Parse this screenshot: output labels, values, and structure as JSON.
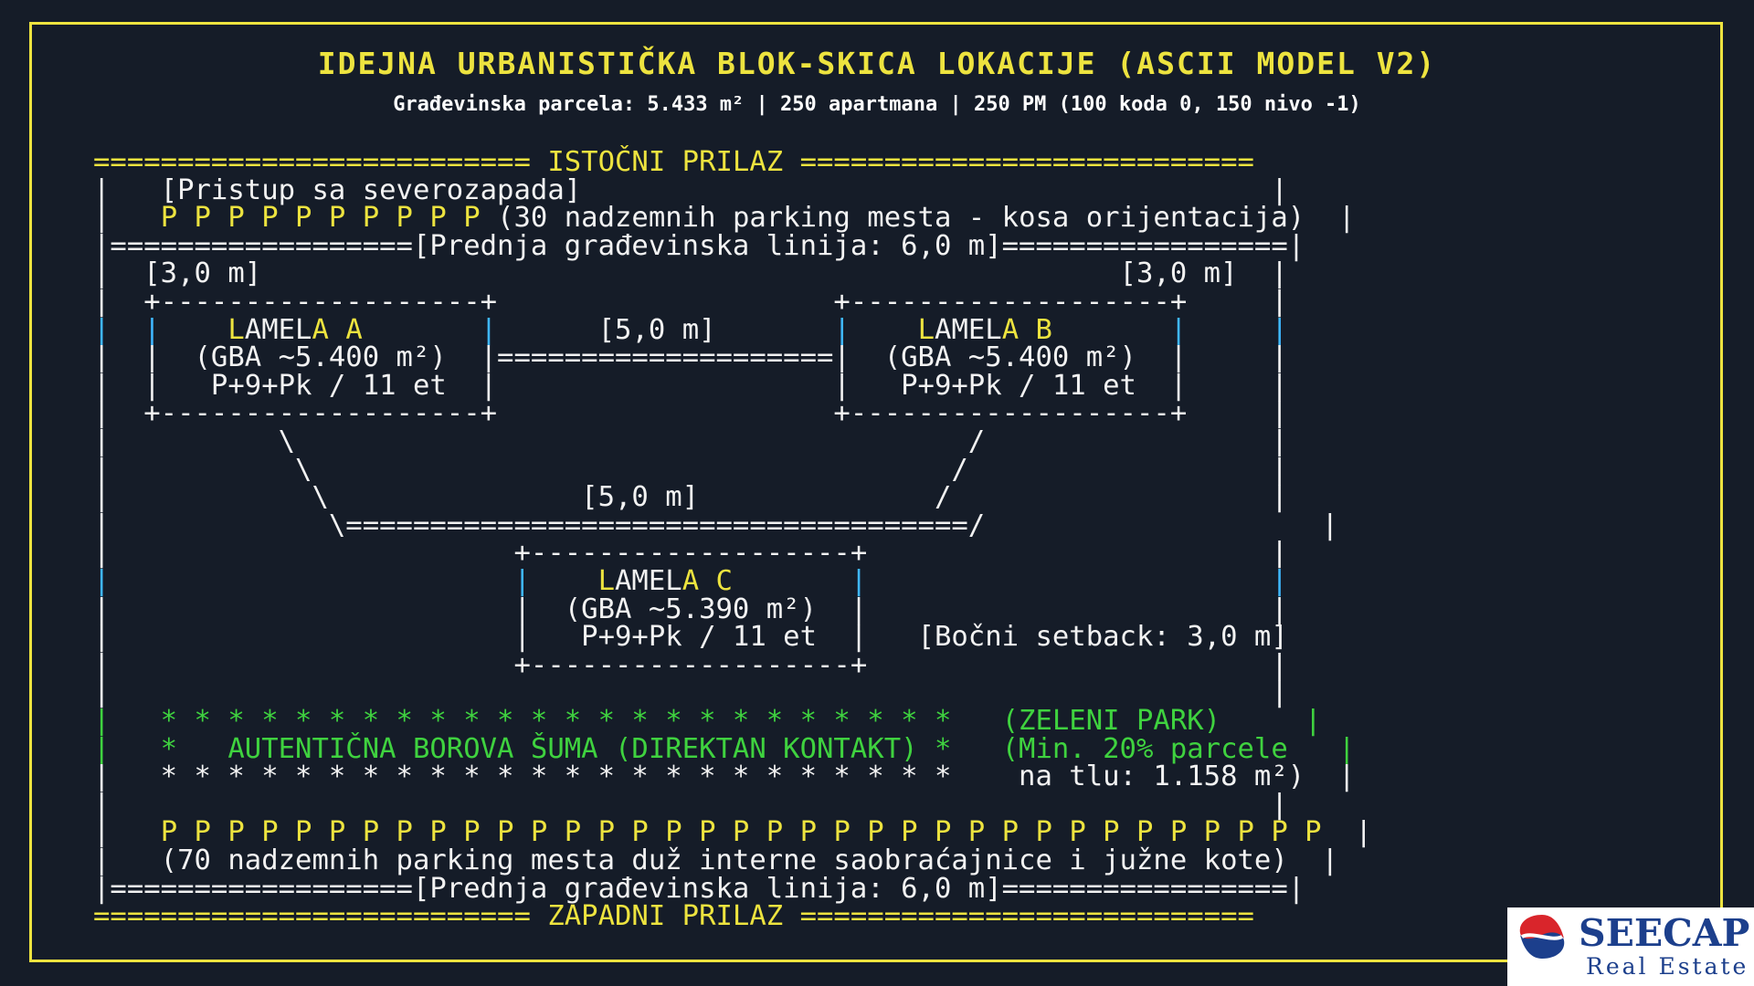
{
  "title": "IDEJNA URBANISTIČKA BLOK-SKICA LOKACIJE (ASCII MODEL V2)",
  "subtitle": "Građevinska parcela: 5.433 m² | 250 apartmana | 250 PM (100 koda 0, 150 nivo -1)",
  "colors": {
    "background": "#151c28",
    "frame": "#ede33f",
    "text": "#f2f2f2",
    "accent_yellow": "#ede33f",
    "accent_green": "#3fd23f",
    "accent_cyan": "#3fb7ff",
    "logo_blue": "#1c3f8c",
    "logo_red": "#d9252b"
  },
  "diagram": {
    "rows": [
      [
        [
          "y",
          "========================== ISTOČNI PRILAZ ==========================="
        ]
      ],
      [
        [
          "w",
          "|   [Pristup sa severozapada]                                         |"
        ]
      ],
      [
        [
          "w",
          "|   "
        ],
        [
          "y",
          "P P P P P P P P P P"
        ],
        [
          "w",
          " (30 nadzemnih parking mesta - kosa orijentacija)  |"
        ]
      ],
      [
        [
          "w",
          "|==================[Prednja građevinska linija: 6,0 m]=================|"
        ]
      ],
      [
        [
          "w",
          "|  [3,0 m]                                                   [3,0 m]  |"
        ]
      ],
      [
        [
          "w",
          "|  +-------------------+                    +-------------------+     |"
        ]
      ],
      [
        [
          "c",
          "|"
        ],
        [
          "w",
          "  "
        ],
        [
          "c",
          "|"
        ],
        [
          "w",
          "    "
        ],
        [
          "y",
          "L"
        ],
        [
          "w",
          "AMEL"
        ],
        [
          "y",
          "A A"
        ],
        [
          "w",
          "       "
        ],
        [
          "c",
          "|"
        ],
        [
          "w",
          "      [5,0 m]       "
        ],
        [
          "c",
          "|"
        ],
        [
          "w",
          "    "
        ],
        [
          "y",
          "L"
        ],
        [
          "w",
          "AMEL"
        ],
        [
          "y",
          "A B"
        ],
        [
          "w",
          "       "
        ],
        [
          "c",
          "|"
        ],
        [
          "w",
          "     "
        ],
        [
          "c",
          "|"
        ]
      ],
      [
        [
          "w",
          "|  |  (GBA ~5.400 m²)  |====================|  (GBA ~5.400 m²)  |     |"
        ]
      ],
      [
        [
          "w",
          "|  |   P+9+Pk / 11 et  |                    |   P+9+Pk / 11 et  |     |"
        ]
      ],
      [
        [
          "w",
          "|  +-------------------+                    +-------------------+     |"
        ]
      ],
      [
        [
          "w",
          "|          \\                                        /                 |"
        ]
      ],
      [
        [
          "w",
          "|           \\                                      /                  |"
        ]
      ],
      [
        [
          "w",
          "|            \\               [5,0 m]              /                   |"
        ]
      ],
      [
        [
          "w",
          "|             \\=====================================/                    |"
        ]
      ],
      [
        [
          "w",
          "|                        +-------------------+                        |"
        ]
      ],
      [
        [
          "c",
          "|"
        ],
        [
          "w",
          "                        "
        ],
        [
          "c",
          "|"
        ],
        [
          "w",
          "    "
        ],
        [
          "y",
          "L"
        ],
        [
          "w",
          "AMEL"
        ],
        [
          "y",
          "A C"
        ],
        [
          "w",
          "       "
        ],
        [
          "c",
          "|"
        ],
        [
          "w",
          "                        "
        ],
        [
          "c",
          "|"
        ]
      ],
      [
        [
          "w",
          "|                        |  (GBA ~5.390 m²)  |                        |"
        ]
      ],
      [
        [
          "w",
          "|                        |   P+9+Pk / 11 et  |   [Bočni setback: 3,0 m]"
        ]
      ],
      [
        [
          "w",
          "|                        +-------------------+                        |"
        ]
      ],
      [
        [
          "w",
          "|                                                                     |"
        ]
      ],
      [
        [
          "g",
          "|   * * * * * * * * * * * * * * * * * * * * * * * *   (ZELENI PARK)     |"
        ]
      ],
      [
        [
          "g",
          "|   *   AUTENTIČNA BOROVA ŠUMA (DIREKTAN KONTAKT) *   (Min. 20% parcele   |"
        ]
      ],
      [
        [
          "w",
          "|   * * * * * * * * * * * * * * * * * * * * * * * *    na tlu: 1.158 m²)  |"
        ]
      ],
      [
        [
          "w",
          "|                                                                     |"
        ]
      ],
      [
        [
          "w",
          "|   "
        ],
        [
          "y",
          "P P P P P P P P P P P P P P P P P P P P P P P P P P P P P P P P P P P"
        ],
        [
          "w",
          "  |"
        ]
      ],
      [
        [
          "w",
          "|   (70 nadzemnih parking mesta duž interne saobraćajnice i južne kote)  |"
        ]
      ],
      [
        [
          "w",
          "|==================[Prednja građevinska linija: 6,0 m]=================|"
        ]
      ],
      [
        [
          "y",
          "========================== ZAPADNI PRILAZ ==========================="
        ]
      ]
    ]
  },
  "logo": {
    "name": "SEECAP",
    "sub": "Real Estate"
  }
}
